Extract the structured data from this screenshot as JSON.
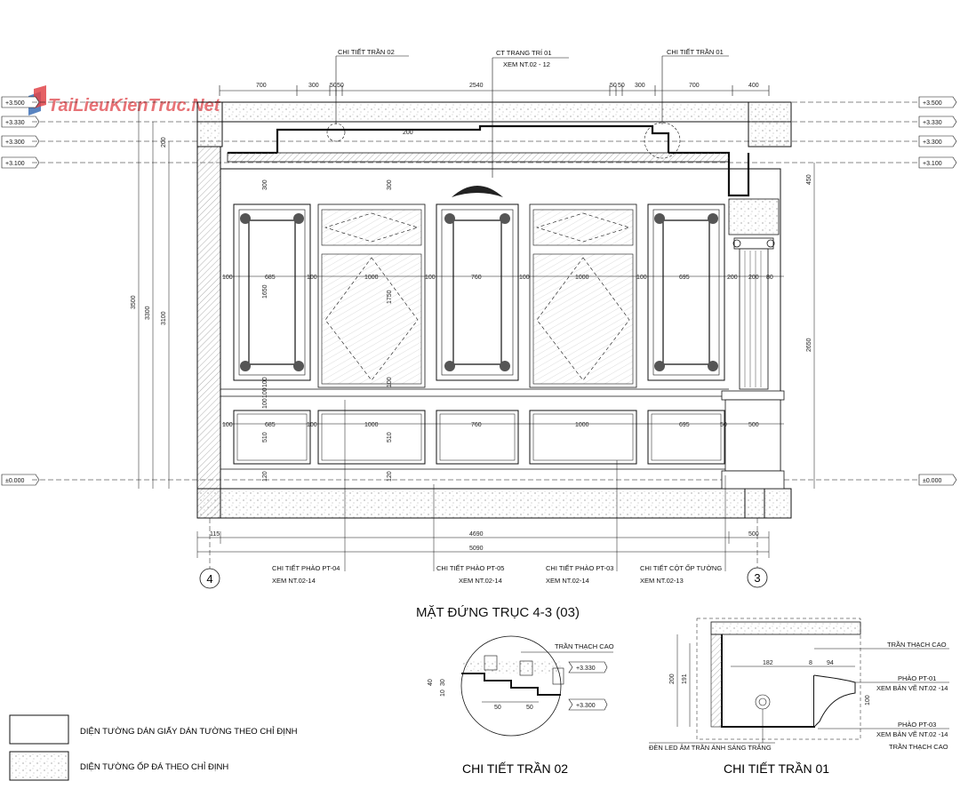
{
  "watermark": "TaiLieuKienTruc.Net",
  "main_title": "MẶT ĐỨNG TRỤC 4-3 (03)",
  "detail_02_title": "CHI TIẾT TRẦN 02",
  "detail_01_title": "CHI TIẾT TRẦN 01",
  "callouts_top": {
    "ceiling_02": "CHI TIẾT TRẦN 02",
    "ornament_line1": "CT TRANG TRÍ 01",
    "ornament_line2": "XEM NT.02 - 12",
    "ceiling_01": "CHI TIẾT TRẦN 01"
  },
  "callouts_bottom": [
    {
      "line1": "CHI TIẾT PHÀO PT-04",
      "line2": "XEM NT.02-14"
    },
    {
      "line1": "CHI TIẾT PHÀO PT-05",
      "line2": "XEM NT.02-14"
    },
    {
      "line1": "CHI TIẾT PHÀO PT-03",
      "line2": "XEM NT.02-14"
    },
    {
      "line1": "CHI TIẾT CỘT ỐP TƯỜNG",
      "line2": "XEM NT.02-13"
    }
  ],
  "axes": {
    "left": "4",
    "right": "3"
  },
  "levels_left": [
    "+3.500",
    "+3.330",
    "+3.300",
    "+3.100",
    "±0.000"
  ],
  "levels_right": [
    "+3.500",
    "+3.330",
    "+3.300",
    "+3.100",
    "±0.000"
  ],
  "dims_top": [
    "700",
    "300",
    "50",
    "50",
    "2540",
    "50",
    "50",
    "300",
    "700",
    "400"
  ],
  "dims_upper_panel": [
    "300",
    "300"
  ],
  "dims_panel_widths": [
    "100",
    "685",
    "100",
    "1000",
    "100",
    "760",
    "100",
    "1000",
    "100",
    "695",
    "200",
    "200",
    "80"
  ],
  "dims_panel_heights": [
    "1650",
    "1750"
  ],
  "dims_lower_panel": [
    "100",
    "685",
    "100",
    "1000",
    "760",
    "1000",
    "695",
    "50",
    "500"
  ],
  "dims_vertical_left": [
    "3500",
    "3300",
    "3100",
    "200",
    "100",
    "100",
    "100",
    "510",
    "120",
    "100",
    "510",
    "120"
  ],
  "dims_vertical_right": [
    "450",
    "2650"
  ],
  "dims_bottom": [
    "115",
    "4690",
    "500",
    "5090"
  ],
  "dims_center_label": "200",
  "detail_02": {
    "note": "TRẦN THẠCH CAO",
    "levels": [
      "+3.330",
      "+3.300"
    ],
    "dims": [
      "40",
      "30",
      "10",
      "50",
      "50"
    ]
  },
  "detail_01": {
    "notes": [
      "TRẦN THẠCH CAO",
      "PHÀO PT-01",
      "XEM BẢN VẼ NT.02 -14",
      "PHÀO PT-03",
      "XEM BẢN VẼ NT.02 -14",
      "TRẦN THẠCH CAO",
      "ĐÈN LED ÂM TRẦN ÁNH SÁNG TRẮNG"
    ],
    "dims": [
      "182",
      "8",
      "94",
      "200",
      "191",
      "100"
    ]
  },
  "legend": [
    {
      "label": "DIỆN TƯỜNG DÁN GIẤY DÁN TƯỜNG THEO CHỈ ĐỊNH"
    },
    {
      "label": "DIỆN TƯỜNG ỐP ĐÁ THEO CHỈ ĐỊNH"
    }
  ],
  "colors": {
    "line": "#111111",
    "hatch": "#888888",
    "watermark_red": "#e0454a",
    "watermark_blue": "#3b6fb6"
  }
}
